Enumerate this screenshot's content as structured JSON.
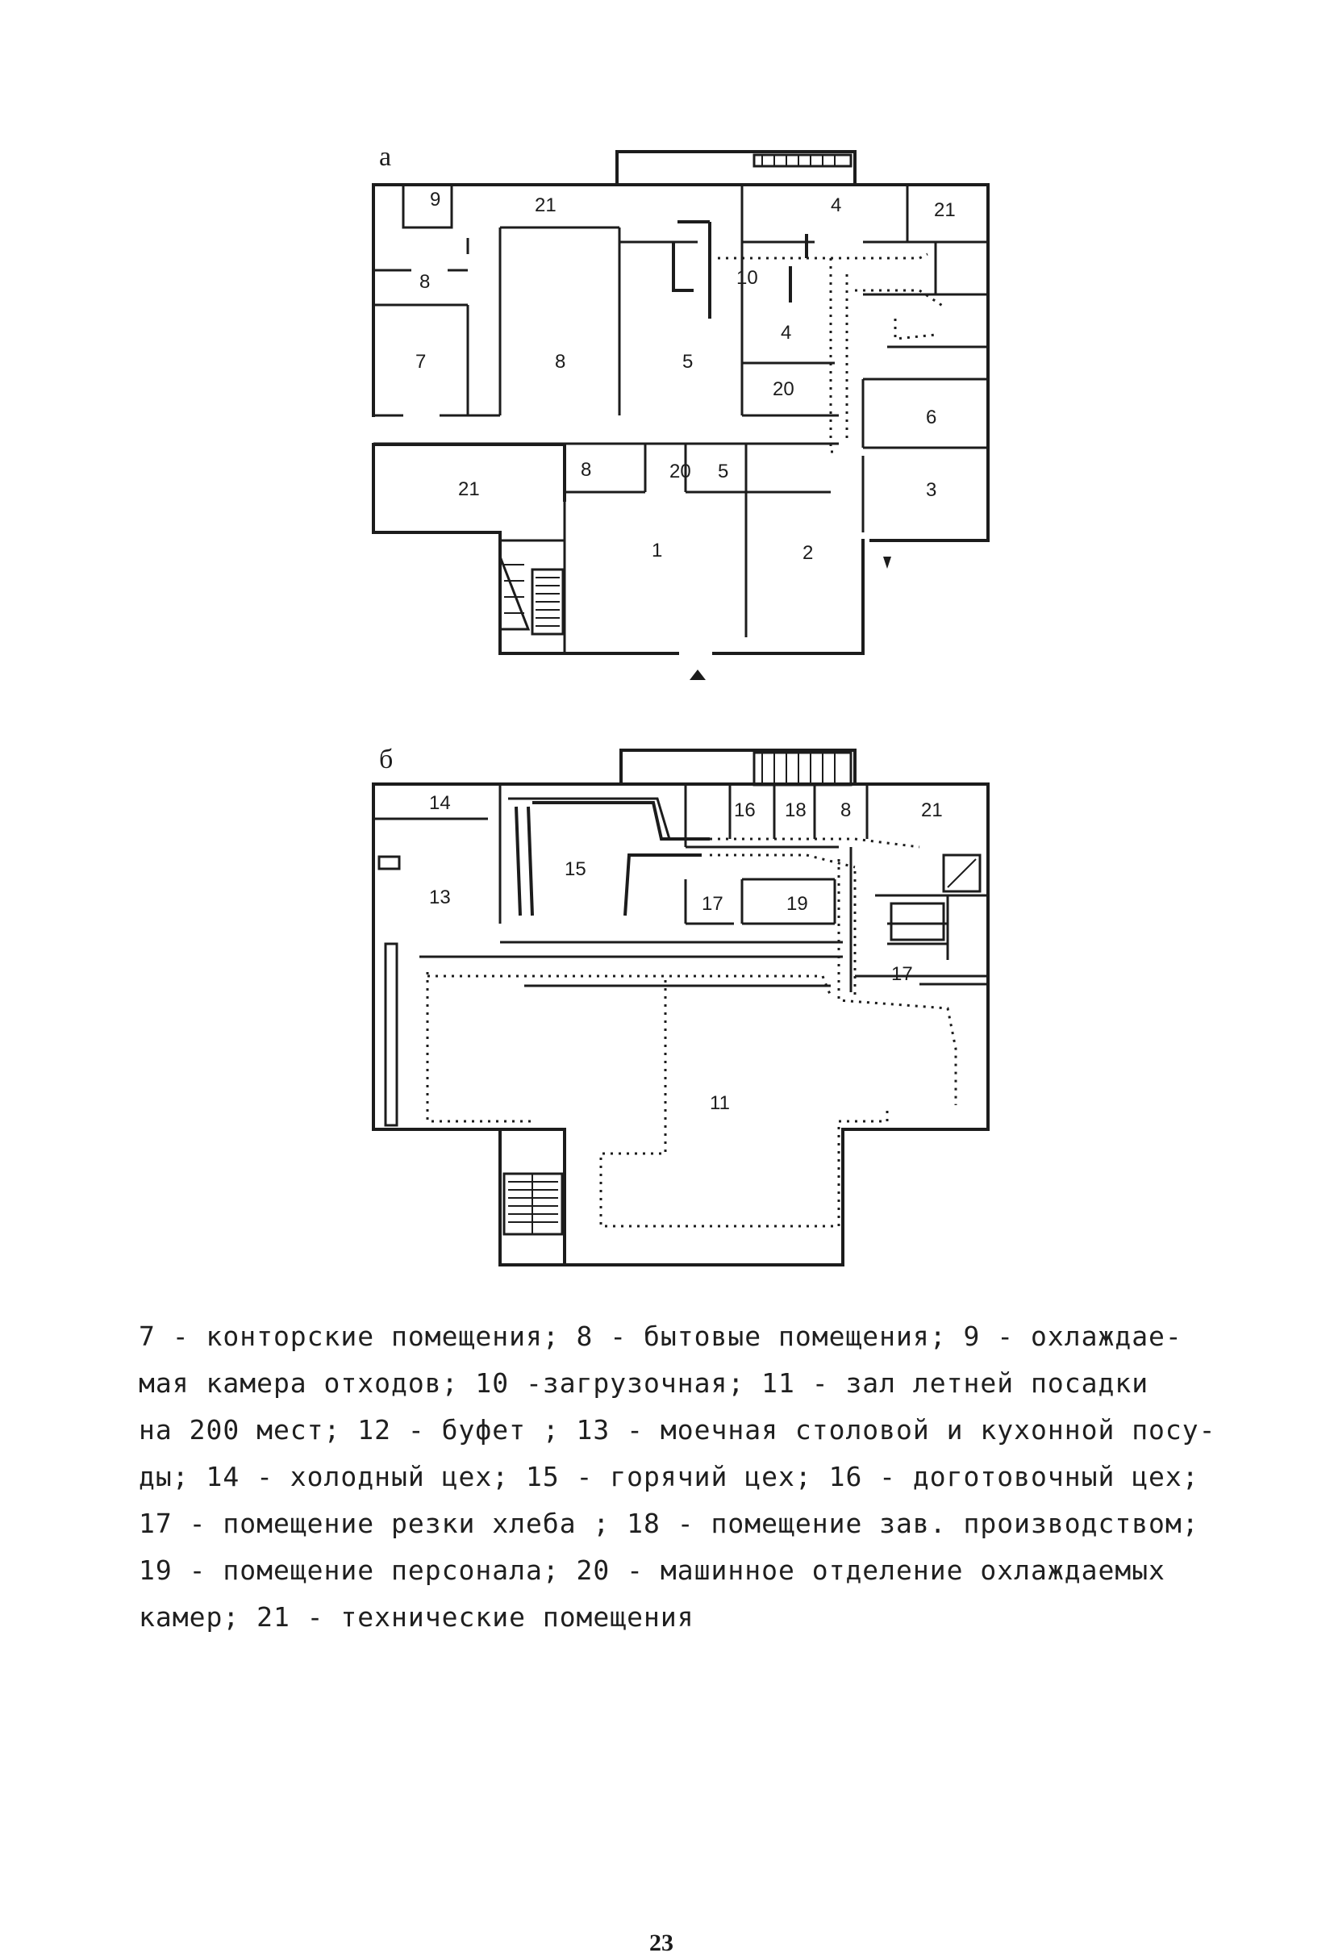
{
  "plan_a": {
    "letter": "а",
    "rooms": {
      "r1": "1",
      "r2": "2",
      "r3": "3",
      "r4a": "4",
      "r4b": "4",
      "r5a": "5",
      "r5b": "5",
      "r6": "6",
      "r7": "7",
      "r8a": "8",
      "r8b": "8",
      "r8c": "8",
      "r9": "9",
      "r10": "10",
      "r20a": "20",
      "r20b": "20",
      "r21a": "21",
      "r21b": "21",
      "r21c": "21"
    }
  },
  "plan_b": {
    "letter": "б",
    "rooms": {
      "r8": "8",
      "r11": "11",
      "r13": "13",
      "r14": "14",
      "r15": "15",
      "r16": "16",
      "r17a": "17",
      "r17b": "17",
      "r18": "18",
      "r19": "19",
      "r21": "21"
    }
  },
  "legend": [
    "7 - конторские помещения; 8 - бытовые помещения; 9 - охлаждае-",
    "мая камера отходов; 10 -загрузочная; 11 - зал летней посадки",
    "на 200 мест; 12 - буфет ; 13 - моечная столовой и кухонной посу-",
    "ды; 14 - холодный цех; 15 - горячий цех; 16 - доготовочный цех;",
    "17 - помещение резки хлеба ; 18 - помещение зав. производством;",
    "19 - помещение персонала; 20 - машинное отделение охлаждаемых",
    "камер; 21 - технические помещения"
  ],
  "page_number": "23"
}
